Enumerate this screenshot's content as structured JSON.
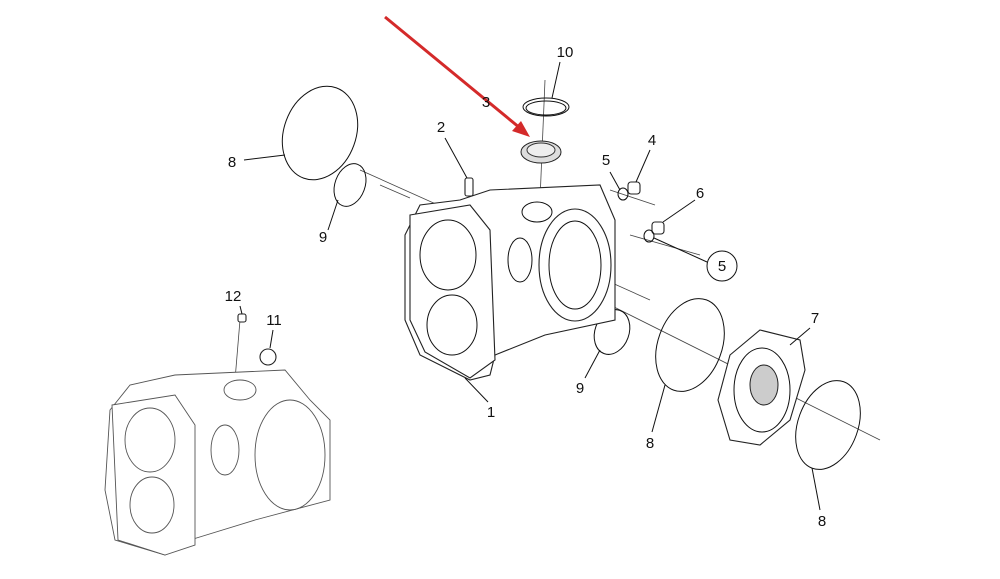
{
  "diagram": {
    "title": "Exploded view of a transmission/axle housing assembly",
    "arrow_color": "#d42a2a",
    "callouts": [
      {
        "id": "10",
        "label": "10"
      },
      {
        "id": "3",
        "label": "3"
      },
      {
        "id": "2",
        "label": "2"
      },
      {
        "id": "4",
        "label": "4"
      },
      {
        "id": "5a",
        "label": "5"
      },
      {
        "id": "6",
        "label": "6"
      },
      {
        "id": "5b",
        "label": "5",
        "circled": true
      },
      {
        "id": "8a",
        "label": "8"
      },
      {
        "id": "9a",
        "label": "9"
      },
      {
        "id": "12",
        "label": "12"
      },
      {
        "id": "11",
        "label": "11"
      },
      {
        "id": "7",
        "label": "7"
      },
      {
        "id": "9b",
        "label": "9"
      },
      {
        "id": "1",
        "label": "1"
      },
      {
        "id": "8b",
        "label": "8"
      },
      {
        "id": "8c",
        "label": "8"
      }
    ]
  }
}
